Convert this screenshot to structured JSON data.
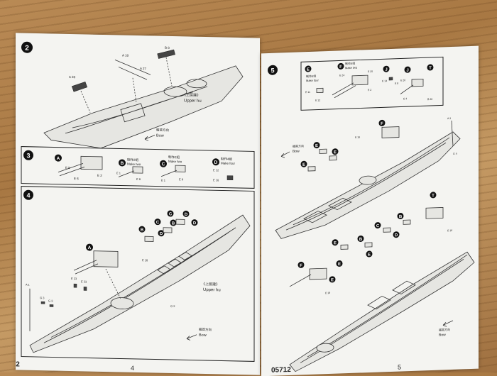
{
  "left_page": {
    "page_number": "4",
    "code": "05712",
    "step2": {
      "number": "2",
      "part_labels": [
        "A 28",
        "A 18",
        "A 27",
        "B 8"
      ],
      "deck_label_cn": "《上层建》",
      "deck_label_en": "Upper hu",
      "bow_label_cn": "艏首方向",
      "bow_label_en": "Bow"
    },
    "step3": {
      "number": "3",
      "subassemblies": [
        {
          "letter": "A",
          "note_cn": "",
          "note_en": "",
          "parts": [
            "E 5",
            "E 6",
            "E 2"
          ]
        },
        {
          "letter": "B",
          "note_cn": "制作2组",
          "note_en": "Make two",
          "parts": [
            "E 1",
            "E 9"
          ]
        },
        {
          "letter": "C",
          "note_cn": "制作2组",
          "note_en": "Make two",
          "parts": [
            "E 1",
            "E 9"
          ]
        },
        {
          "letter": "D",
          "note_cn": "制作4组",
          "note_en": "Make four",
          "parts": [
            "E 12",
            "E 16"
          ]
        }
      ]
    },
    "step4": {
      "number": "4",
      "callouts": [
        "A",
        "B",
        "C",
        "D",
        "B",
        "C",
        "D",
        "D"
      ],
      "part_labels": [
        "E 18",
        "E 23",
        "E 23",
        "G 3",
        "G 3",
        "A 1",
        "G 2"
      ],
      "deck_label_cn": "《上层建》",
      "deck_label_en": "Upper hu",
      "bow_label_cn": "艏首方向",
      "bow_label_en": "Bow"
    }
  },
  "right_page": {
    "page_number": "5",
    "code": "05712",
    "step5": {
      "number": "5",
      "inset": {
        "subassemblies": [
          {
            "letter": "E",
            "note_cn": "制作4组",
            "note_en": "Make four",
            "parts": [
              "E 11",
              "E 12"
            ]
          },
          {
            "letter": "F",
            "note_cn": "制作4组",
            "note_en": "Make two",
            "parts": [
              "E 24",
              "E 25",
              "E 2"
            ]
          },
          {
            "letter": "J",
            "note_cn": "",
            "note_en": "",
            "parts": [
              "E 14",
              "E 8"
            ]
          },
          {
            "letter": "J",
            "note_cn": "",
            "note_en": "",
            "parts": [
              "E 26",
              "E 4"
            ]
          },
          {
            "letter": "T",
            "note_cn": "",
            "note_en": "",
            "parts": [
              "B 26"
            ]
          }
        ]
      },
      "upper_hull": {
        "callouts": [
          "F",
          "E",
          "E",
          "E"
        ],
        "part_labels": [
          "E 16",
          "A 3",
          "G 4"
        ],
        "bow_label_cn": "艏首方向",
        "bow_label_en": "Bow"
      },
      "lower_hull": {
        "callouts": [
          "T",
          "F",
          "E",
          "D",
          "C",
          "E",
          "B",
          "B",
          "E",
          "E"
        ],
        "part_labels": [
          "E 19",
          "E 16"
        ],
        "bow_label_cn": "艏首方向",
        "bow_label_en": "Bow"
      }
    }
  }
}
